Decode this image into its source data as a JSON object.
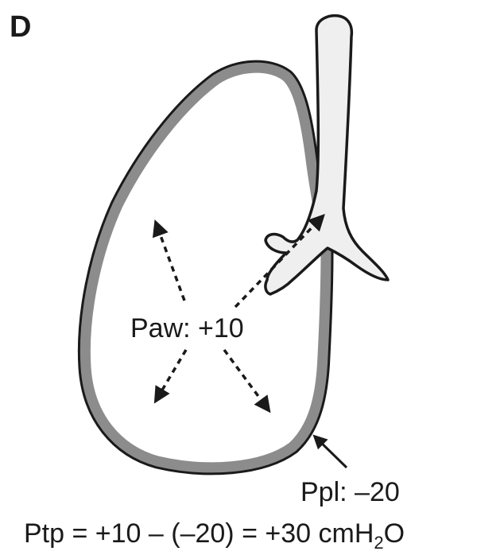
{
  "panel_label": "D",
  "labels": {
    "airway_pressure": "Paw: +10",
    "pleural_pressure": "Ppl: –20"
  },
  "equation": {
    "main": "Ptp = +10 – (–20) = +30 cmH",
    "subscript": "2",
    "tail": "O"
  },
  "colors": {
    "outline": "#1a1a1a",
    "pleura_fill": "#8c8c8c",
    "airway_fill": "#efefef",
    "background": "#ffffff"
  }
}
